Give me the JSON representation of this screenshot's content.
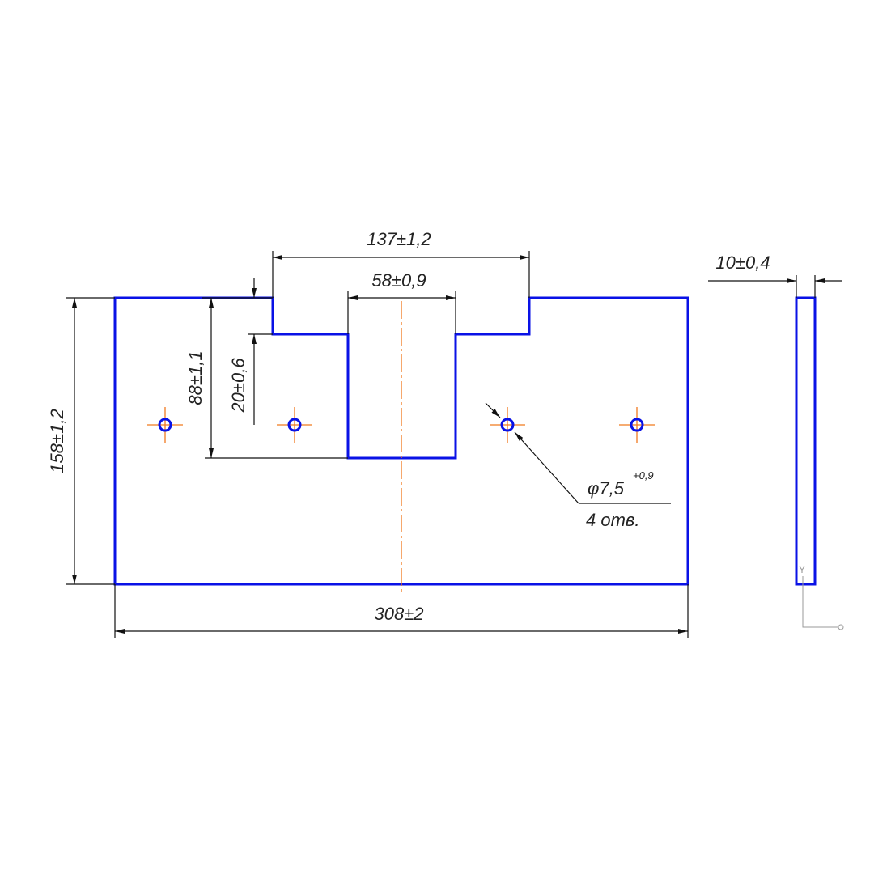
{
  "drawing": {
    "dimensions": {
      "notch_width": "137±1,2",
      "slot_width": "58±0,9",
      "total_height": "158±1,2",
      "slot_depth": "88±1,1",
      "notch_depth": "20±0,6",
      "total_width": "308±2",
      "thickness": "10±0,4"
    },
    "hole_callout": {
      "diameter": "φ7,5",
      "tolerance": "+0,9",
      "count": "4 отв."
    },
    "axis_label": "Y",
    "colors": {
      "outline": "#0a12e6",
      "centerline": "#f07a1e",
      "dimension": "#111111"
    }
  }
}
